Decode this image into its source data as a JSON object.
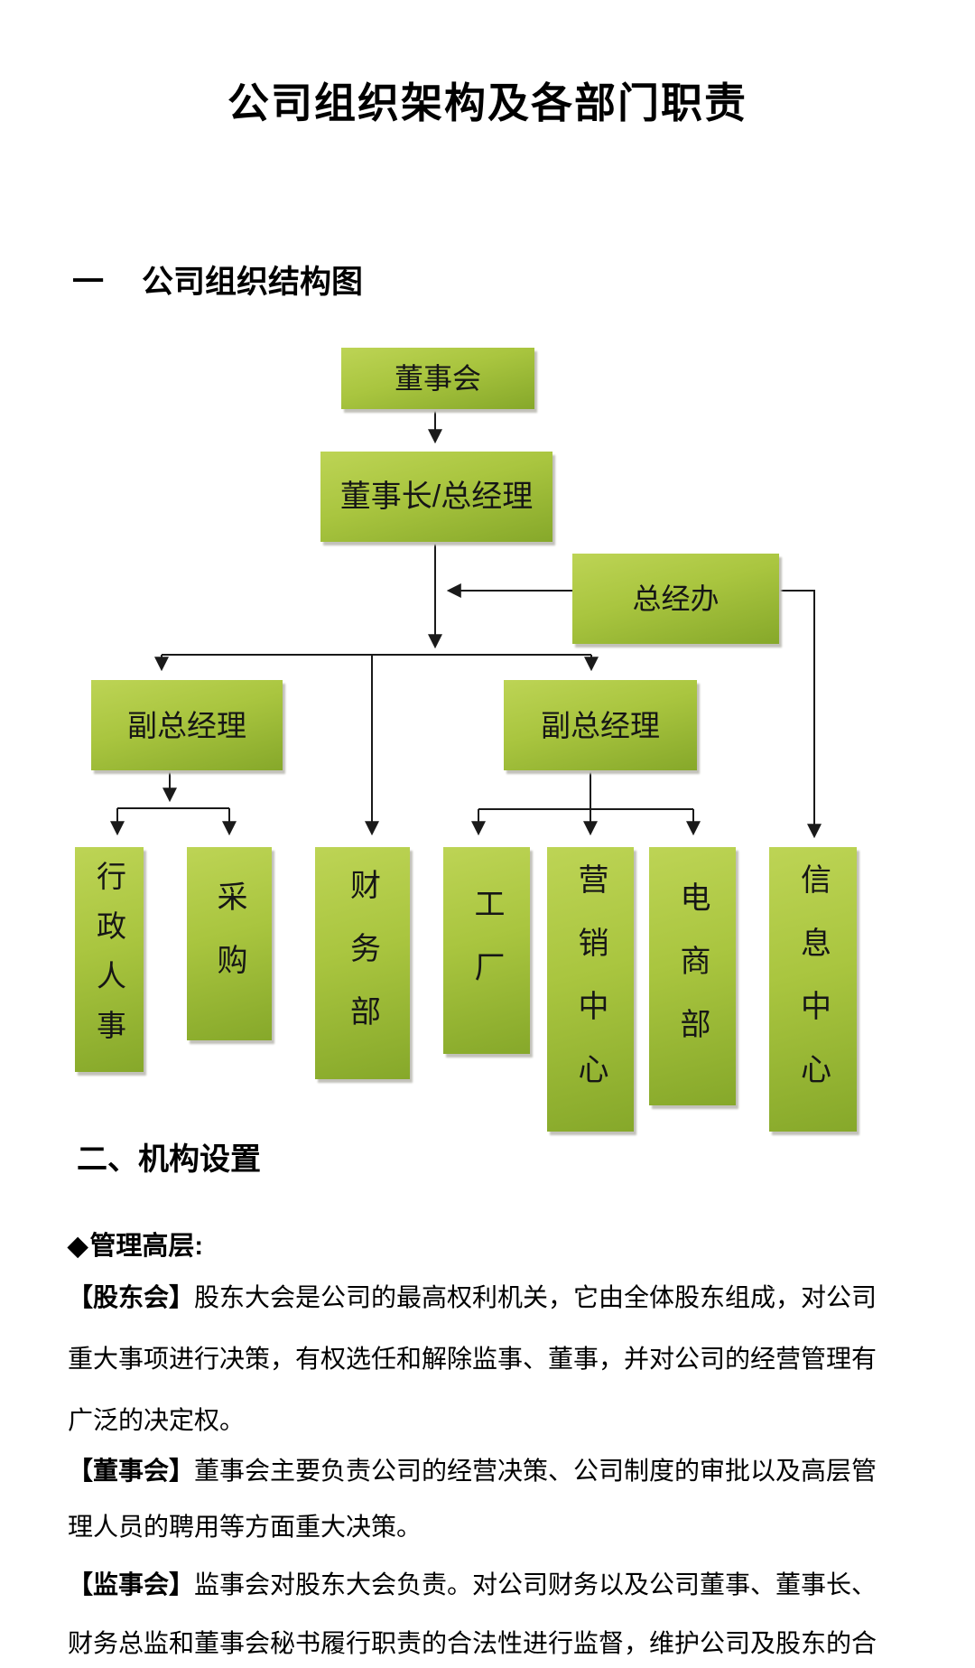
{
  "doc": {
    "title": "公司组织架构及各部门职责",
    "section1": {
      "number": "一",
      "label": "公司组织结构图"
    },
    "section2_label": "二、机构设置",
    "management": {
      "bullet": "◆",
      "label": "管理高层:"
    },
    "paragraphs": [
      {
        "tag": "【股东会】",
        "line1": "股东大会是公司的最高权利机关，它由全体股东组成，对公司",
        "line2": "重大事项进行决策，有权选任和解除监事、董事，并对公司的经营管理有",
        "line3": "广泛的决定权。"
      },
      {
        "tag": "【董事会】",
        "line1": "董事会主要负责公司的经营决策、公司制度的审批以及高层管",
        "line2": "理人员的聘用等方面重大决策。"
      },
      {
        "tag": "【监事会】",
        "line1": "监事会对股东大会负责。对公司财务以及公司董事、董事长、",
        "line2": "财务总监和董事会秘书履行职责的合法性进行监督，维护公司及股东的合"
      }
    ]
  },
  "chart": {
    "nodes": {
      "board": "董事会",
      "chairman": "董事长/总经理",
      "gmo": "总经办",
      "vp_left": "副总经理",
      "vp_right": "副总经理",
      "admin_hr": "行政人事",
      "purchasing": "采购",
      "finance": "财务部",
      "factory": "工厂",
      "marketing": "营销中心",
      "ecommerce": "电商部",
      "info": "信息中心"
    },
    "edges": [
      [
        "board",
        "chairman"
      ],
      [
        "gmo",
        "chairman"
      ],
      [
        "chairman",
        "vp_left"
      ],
      [
        "chairman",
        "vp_right"
      ],
      [
        "chairman",
        "finance"
      ],
      [
        "gmo",
        "info"
      ],
      [
        "vp_left",
        "admin_hr"
      ],
      [
        "vp_left",
        "purchasing"
      ],
      [
        "vp_right",
        "factory"
      ],
      [
        "vp_right",
        "marketing"
      ],
      [
        "vp_right",
        "ecommerce"
      ]
    ]
  }
}
